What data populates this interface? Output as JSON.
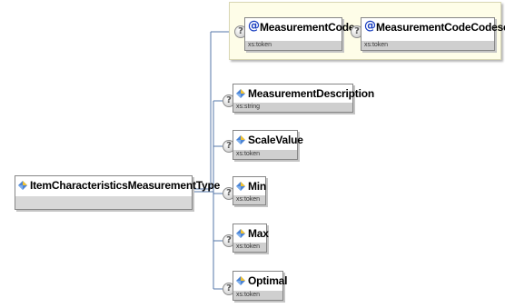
{
  "root": {
    "name": "ItemCharacteristicsMeasurementType",
    "type": ""
  },
  "attributes": [
    {
      "name": "MeasurementCode",
      "type": "xs:token"
    },
    {
      "name": "MeasurementCodeCodeset",
      "type": "xs:token"
    }
  ],
  "elements": [
    {
      "name": "MeasurementDescription",
      "type": "xs:string"
    },
    {
      "name": "ScaleValue",
      "type": "xs:token"
    },
    {
      "name": "Min",
      "type": "xs:token"
    },
    {
      "name": "Max",
      "type": "xs:token"
    },
    {
      "name": "Optimal",
      "type": "xs:token"
    }
  ],
  "icons": {
    "attribute": "at-sign-icon",
    "element": "element-icon",
    "optional": "question-mark-icon"
  },
  "colors": {
    "connector": "#5577aa",
    "attribute_group_bg": "#fefde8",
    "type_bar": "#cfcfcf",
    "attribute_icon": "#1a3fc0"
  }
}
